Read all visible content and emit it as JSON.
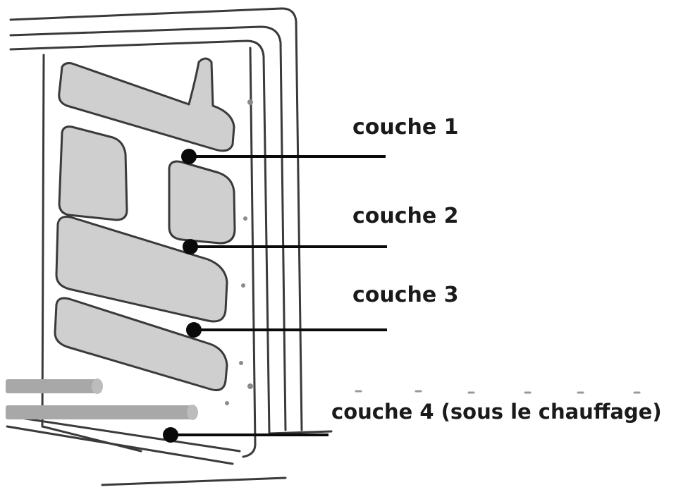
{
  "labels": {
    "layer1": "couche 1",
    "layer2": "couche 2",
    "layer3": "couche 3",
    "layer4": "couche 4 (sous le chauffage)"
  },
  "colors": {
    "outline": "#3a3a3a",
    "fill": "#cfcfcf",
    "rod": "#a8a8a8",
    "leader": "#0a0a0a",
    "text": "#1a1a1a"
  }
}
